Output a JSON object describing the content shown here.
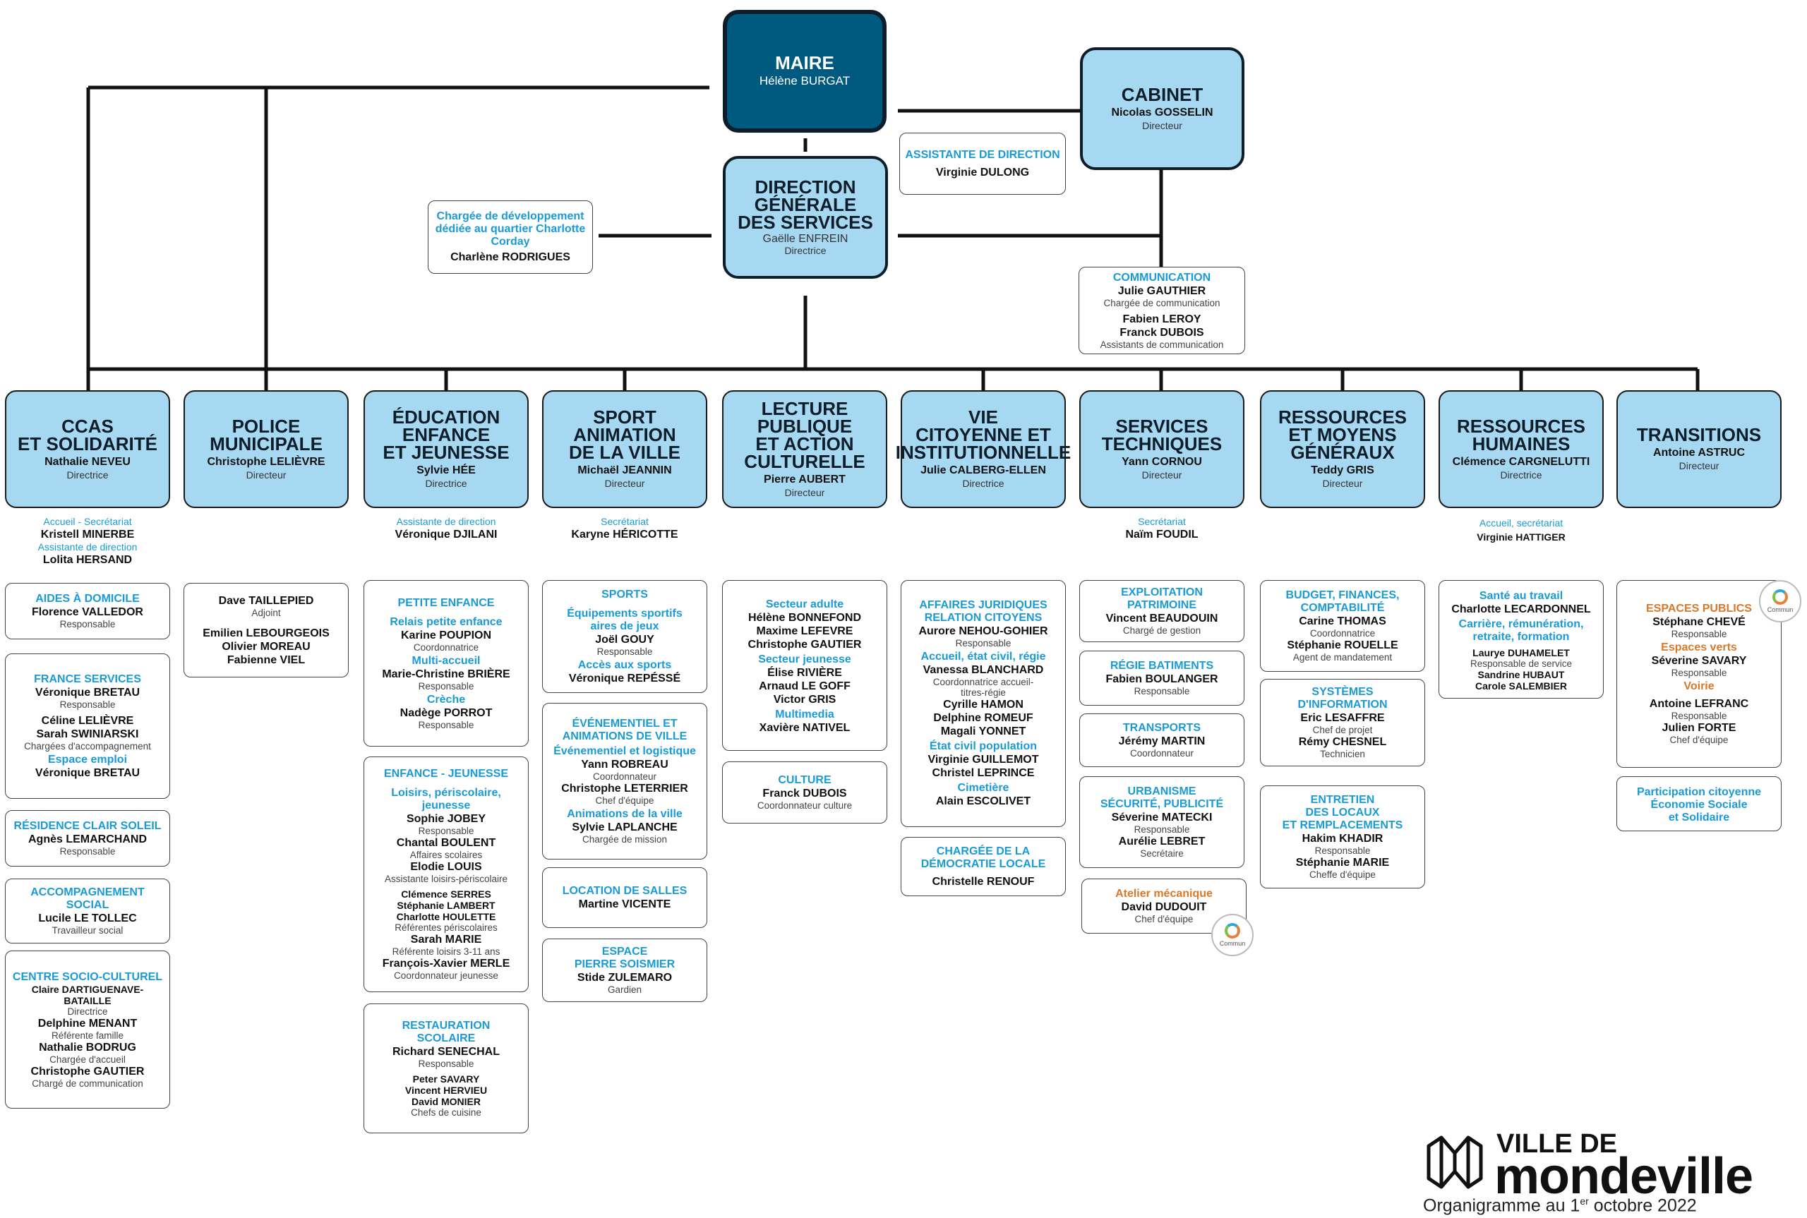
{
  "maire": {
    "title": "MAIRE",
    "name": "Hélène BURGAT"
  },
  "cabinet": {
    "title": "CABINET",
    "name": "Nicolas GOSSELIN",
    "role": "Directeur"
  },
  "assistante": {
    "title": "ASSISTANTE DE DIRECTION",
    "name": "Virginie DULONG"
  },
  "dgs": {
    "title": [
      "DIRECTION",
      "GÉNÉRALE",
      "DES SERVICES"
    ],
    "name": "Gaëlle ENFREIN",
    "role": "Directrice"
  },
  "charge_dev": {
    "title": [
      "Chargée de développement",
      "dédiée au quartier Charlotte",
      "Corday"
    ],
    "name": "Charlène RODRIGUES"
  },
  "communication": {
    "title": "COMMUNICATION",
    "name1": "Julie GAUTHIER",
    "role1": "Chargée de communication",
    "name2": "Fabien LEROY",
    "name3": "Franck DUBOIS",
    "role2": "Assistants de communication"
  },
  "depts": [
    {
      "title": [
        "CCAS",
        "ET SOLIDARITÉ"
      ],
      "name": "Nathalie NEVEU",
      "role": "Directrice"
    },
    {
      "title": [
        "POLICE",
        "MUNICIPALE"
      ],
      "name": "Christophe LELIÈVRE",
      "role": "Directeur"
    },
    {
      "title": [
        "ÉDUCATION",
        "ENFANCE",
        "ET JEUNESSE"
      ],
      "name": "Sylvie HÉE",
      "role": "Directrice"
    },
    {
      "title": [
        "SPORT",
        "ANIMATION",
        "DE LA VILLE"
      ],
      "name": "Michaël JEANNIN",
      "role": "Directeur"
    },
    {
      "title": [
        "LECTURE",
        "PUBLIQUE",
        "ET ACTION",
        "CULTURELLE"
      ],
      "name": "Pierre AUBERT",
      "role": "Directeur"
    },
    {
      "title": [
        "VIE",
        "CITOYENNE ET",
        "INSTITUTIONNELLE"
      ],
      "name": "Julie CALBERG-ELLEN",
      "role": "Directrice"
    },
    {
      "title": [
        "SERVICES",
        "TECHNIQUES"
      ],
      "name": "Yann CORNOU",
      "role": "Directeur"
    },
    {
      "title": [
        "RESSOURCES",
        "ET MOYENS",
        "GÉNÉRAUX"
      ],
      "name": "Teddy GRIS",
      "role": "Directeur"
    },
    {
      "title": [
        "RESSOURCES",
        "HUMAINES"
      ],
      "name": "Clémence CARGNELUTTI",
      "role": "Directrice"
    },
    {
      "title": [
        "TRANSITIONS"
      ],
      "name": "Antoine ASTRUC",
      "role": "Directeur"
    }
  ],
  "under": {
    "ccas": {
      "l1": "Accueil - Secrétariat",
      "n1": "Kristell MINERBE",
      "l2": "Assistante de direction",
      "n2": "Lolita HERSAND"
    },
    "edu": {
      "l1": "Assistante de direction",
      "n1": "Véronique DJILANI"
    },
    "sport": {
      "l1": "Secrétariat",
      "n1": "Karyne HÉRICOTTE"
    },
    "tech": {
      "l1": "Secrétariat",
      "n1": "Naïm FOUDIL"
    },
    "rh": {
      "l1": "Accueil, secrétariat",
      "n1": "Virginie HATTIGER"
    }
  },
  "ccas_boxes": {
    "aides": {
      "h": "AIDES À DOMICILE",
      "p1": "Florence VALLEDOR",
      "r1": "Responsable"
    },
    "france": {
      "h": "FRANCE SERVICES",
      "p1": "Véronique BRETAU",
      "r1": "Responsable",
      "p2": "Céline LELIÈVRE",
      "p3": "Sarah SWINIARSKI",
      "r2": "Chargées d'accompagnement",
      "s1": "Espace emploi",
      "p4": "Véronique BRETAU"
    },
    "residence": {
      "h": "RÉSIDENCE CLAIR SOLEIL",
      "p1": "Agnès LEMARCHAND",
      "r1": "Responsable"
    },
    "accomp": {
      "h1": "ACCOMPAGNEMENT",
      "h2": "SOCIAL",
      "p1": "Lucile LE TOLLEC",
      "r1": "Travailleur social"
    },
    "centre": {
      "h": "CENTRE SOCIO-CULTUREL",
      "p1": "Claire DARTIGUENAVE-",
      "p1b": "BATAILLE",
      "r1": "Directrice",
      "p2": "Delphine MENANT",
      "r2": "Référente famille",
      "p3": "Nathalie BODRUG",
      "r3": "Chargée d'accueil",
      "p4": "Christophe GAUTIER",
      "r4": "Chargé de communication"
    }
  },
  "police": {
    "p1": "Dave TAILLEPIED",
    "r1": "Adjoint",
    "p2": "Emilien LEBOURGEOIS",
    "p3": "Olivier MOREAU",
    "p4": "Fabienne VIEL"
  },
  "edu_boxes": {
    "petite": {
      "h": "PETITE ENFANCE",
      "s1": "Relais petite enfance",
      "p1": "Karine POUPION",
      "r1": "Coordonnatrice",
      "s2": "Multi-accueil",
      "p2": "Marie-Christine BRIÈRE",
      "r2": "Responsable",
      "s3": "Crèche",
      "p3": "Nadège PORROT",
      "r3": "Responsable"
    },
    "enfance": {
      "h": "ENFANCE - JEUNESSE",
      "s1": "Loisirs, périscolaire, jeunesse",
      "p1": "Sophie JOBEY",
      "r1": "Responsable",
      "p2": "Chantal BOULENT",
      "r2": "Affaires scolaires",
      "p3": "Elodie LOUIS",
      "r3": "Assistante loisirs-périscolaire",
      "p4": "Clémence SERRES",
      "p5": "Stéphanie LAMBERT",
      "p6": "Charlotte HOULETTE",
      "r4": "Référentes périscolaires",
      "p7": "Sarah MARIE",
      "r5": "Référente loisirs 3-11 ans",
      "p8": "François-Xavier MERLE",
      "r6": "Coordonnateur jeunesse"
    },
    "resto": {
      "h1": "RESTAURATION",
      "h2": "SCOLAIRE",
      "p1": "Richard SENECHAL",
      "r1": "Responsable",
      "p2": "Peter SAVARY",
      "p3": "Vincent HERVIEU",
      "p4": "David MONIER",
      "r2": "Chefs de cuisine"
    }
  },
  "sport_boxes": {
    "sports": {
      "h": "SPORTS",
      "s1": "Équipements sportifs",
      "s1b": "aires de jeux",
      "p1": "Joël GOUY",
      "r1": "Responsable",
      "s2": "Accès aux sports",
      "p2": "Véronique REPÉSSÉ"
    },
    "event": {
      "h1": "ÉVÉNEMENTIEL ET",
      "h2": "ANIMATIONS DE VILLE",
      "s1": "Événementiel et logistique",
      "p1": "Yann ROBREAU",
      "r1": "Coordonnateur",
      "p2": "Christophe LETERRIER",
      "r2": "Chef d'équipe",
      "s2": "Animations de la ville",
      "p3": "Sylvie LAPLANCHE",
      "r3": "Chargée de mission"
    },
    "location": {
      "h": "LOCATION DE SALLES",
      "p1": "Martine VICENTE"
    },
    "espace": {
      "h1": "ESPACE",
      "h2": "PIERRE SOISMIER",
      "p1": "Stide ZULEMARO",
      "r1": "Gardien"
    }
  },
  "lecture_boxes": {
    "secteurs": {
      "s1": "Secteur adulte",
      "p1": "Hélène BONNEFOND",
      "p2": "Maxime LEFEVRE",
      "p3": "Christophe GAUTIER",
      "s2": "Secteur jeunesse",
      "p4": "Élise RIVIÈRE",
      "p5": "Arnaud LE GOFF",
      "p6": "Victor GRIS",
      "s3": "Multimedia",
      "p7": "Xavière NATIVEL"
    },
    "culture": {
      "h": "CULTURE",
      "p1": "Franck DUBOIS",
      "r1": "Coordonnateur culture"
    }
  },
  "vie_boxes": {
    "affaires": {
      "h1": "AFFAIRES JURIDIQUES",
      "h2": "RELATION CITOYENS",
      "p1": "Aurore NEHOU-GOHIER",
      "r1": "Responsable",
      "s1": "Accueil, état civil, régie",
      "p2": "Vanessa BLANCHARD",
      "r2": "Coordonnatrice accueil-",
      "r2b": "titres-régie",
      "p3": "Cyrille HAMON",
      "p4": "Delphine ROMEUF",
      "p5": "Magali YONNET",
      "s2": "État civil population",
      "p6": "Virginie GUILLEMOT",
      "p7": "Christel LEPRINCE",
      "s3": "Cimetière",
      "p8": "Alain ESCOLIVET"
    },
    "chargee": {
      "h1": "CHARGÉE DE LA",
      "h2": "DÉMOCRATIE LOCALE",
      "p1": "Christelle RENOUF"
    }
  },
  "tech_boxes": {
    "exploit": {
      "h1": "EXPLOITATION",
      "h2": "PATRIMOINE",
      "p1": "Vincent BEAUDOUIN",
      "r1": "Chargé de gestion"
    },
    "regie": {
      "h": "RÉGIE BATIMENTS",
      "p1": "Fabien BOULANGER",
      "r1": "Responsable"
    },
    "transports": {
      "h": "TRANSPORTS",
      "p1": "Jérémy MARTIN",
      "r1": "Coordonnateur"
    },
    "urban": {
      "h1": "URBANISME",
      "h2": "SÉCURITÉ, PUBLICITÉ",
      "p1": "Séverine MATECKI",
      "r1": "Responsable",
      "p2": "Aurélie LEBRET",
      "r2": "Secrétaire"
    },
    "atelier": {
      "h": "Atelier mécanique",
      "p1": "David DUDOUIT",
      "r1": "Chef d'équipe"
    }
  },
  "rmg_boxes": {
    "budget": {
      "h1": "BUDGET, FINANCES,",
      "h2": "COMPTABILITÉ",
      "p1": "Carine THOMAS",
      "r1": "Coordonnatrice",
      "p2": "Stéphanie ROUELLE",
      "r2": "Agent de mandatement"
    },
    "systemes": {
      "h1": "SYSTÈMES",
      "h2": "D'INFORMATION",
      "p1": "Eric LESAFFRE",
      "r1": "Chef de projet",
      "p2": "Rémy CHESNEL",
      "r2": "Technicien"
    },
    "entretien": {
      "h1": "ENTRETIEN",
      "h2": "DES LOCAUX",
      "h3": "ET REMPLACEMENTS",
      "p1": "Hakim KHADIR",
      "r1": "Responsable",
      "p2": "Stéphanie MARIE",
      "r2": "Cheffe d'équipe"
    }
  },
  "rh_box": {
    "s1": "Santé au travail",
    "p1": "Charlotte LECARDONNEL",
    "s2": "Carrière, rémunération,",
    "s2b": "retraite, formation",
    "p2": "Laurye DUHAMELET",
    "r1": "Responsable de service",
    "p3": "Sandrine HUBAUT",
    "p4": "Carole SALEMBIER"
  },
  "trans_boxes": {
    "espaces": {
      "h": "ESPACES PUBLICS",
      "p1": "Stéphane CHEVÉ",
      "r1": "Responsable",
      "s1": "Espaces verts",
      "p2": "Séverine SAVARY",
      "r2": "Responsable",
      "s2": "Voirie",
      "p3": "Antoine LEFRANC",
      "r3": "Responsable",
      "p4": "Julien FORTE",
      "r4": "Chef d'équipe"
    },
    "particip": {
      "s1": "Participation citoyenne",
      "s2": "Économie Sociale",
      "s3": "et Solidaire"
    }
  },
  "badge": {
    "text": "Commun"
  },
  "logo": {
    "line1": "VILLE DE",
    "line2": "mondeville",
    "date_pre": "Organigramme au 1",
    "date_sup": "er",
    "date_post": " octobre 2022"
  },
  "colors": {
    "dept_fill": "#a7d8f2",
    "maire_fill": "#005a7f",
    "accent_blue": "#1a9ad6",
    "accent_orange": "#d8792a"
  }
}
